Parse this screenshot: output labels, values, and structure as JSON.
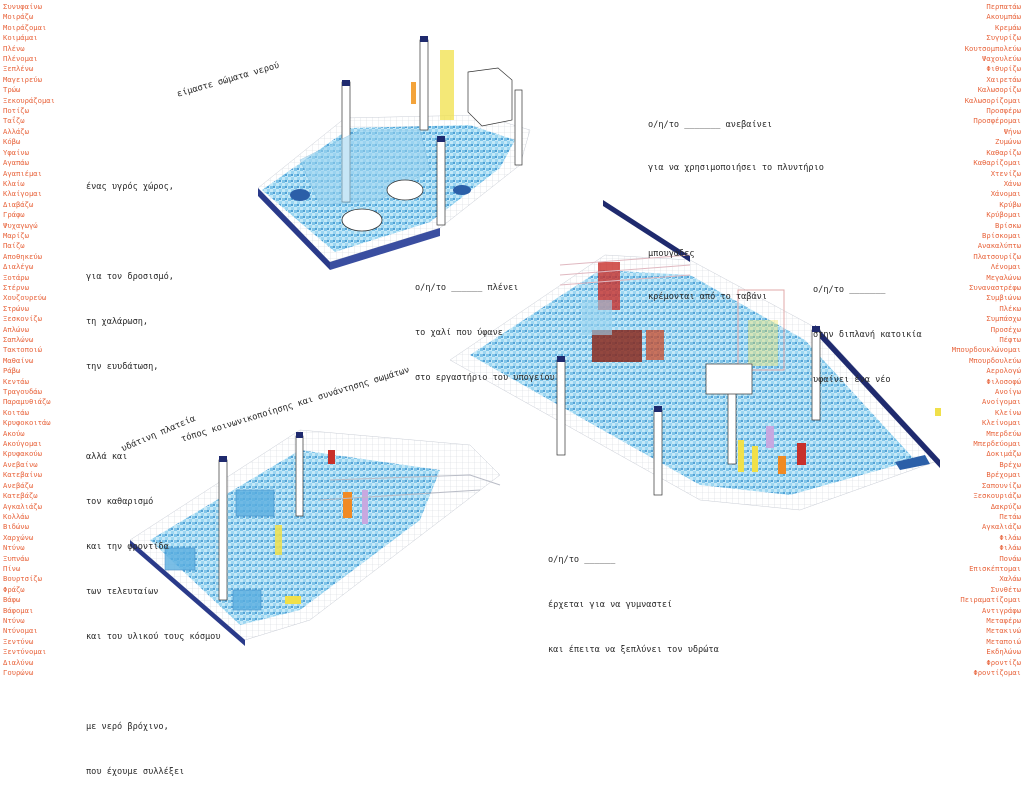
{
  "verbs_left": [
    "Συνυφαίνω",
    "Μοιράζω",
    "Μοιράζομαι",
    "Κοιμάμαι",
    "Πλένω",
    "Πλένομαι",
    "Ξεπλένω",
    "Μαγειρεύω",
    "Τρώω",
    "Ξεκουράζομαι",
    "Ποτίζω",
    "Ταΐζω",
    "Αλλάζω",
    "Κόβω",
    "Υφαίνω",
    "Αγαπάω",
    "Αγαπιέμαι",
    "Κλαίω",
    "Κλαίγομαι",
    "Διαβάζω",
    "Γράφω",
    "Ψυχαγωγώ",
    "Μαρίζω",
    "Παίζω",
    "Αποθηκεύω",
    "Διαλέγω",
    "Ξοτάρω",
    "Στέρνω",
    "Χουζουρεύω",
    "Στρώνω",
    "Ξεσκονίζω",
    "Απλώνω",
    "Σαπλώνω",
    "Τακτοποιώ",
    "Μαθαίνω",
    "Ράβω",
    "Κεντάω",
    "Τραγουδάω",
    "Παραμυθιάζω",
    "Κοιτάω",
    "Κρυφοκοιτάω",
    "Ακούω",
    "Ακούγομαι",
    "Κρυφακούω",
    "Ανεβαίνω",
    "Κατεβαίνω",
    "Ανεβάζω",
    "Κατεβάζω",
    "Αγκαλιάζω",
    "Κολλάω",
    "Βιδώνω",
    "Χαρχώνω",
    "Ντύνω",
    "Ξυπνάω",
    "Πίνω",
    "Βουρτσίζω",
    "Φράζω",
    "Βάφω",
    "Βάφομαι",
    "Ντύνω",
    "Ντύνομαι",
    "Ξεντύνω",
    "Ξεντύνομαι",
    "Διαλύνω",
    "Γουρώνω"
  ],
  "verbs_right": [
    "Περπατάω",
    "Ακουμπάω",
    "Κρεμάω",
    "Συγυρίζω",
    "Κουτσομπολεύω",
    "Ψαχουλεύω",
    "Φιθυρίζω",
    "Χαιρετάω",
    "Καλωσορίζω",
    "Καλωσορίζομαι",
    "Προσφέρω",
    "Προσφέρομαι",
    "Ψήνω",
    "Ζυμώνω",
    "Καθαρίζω",
    "Καθαρίζομαι",
    "Χτενίζω",
    "Χάνω",
    "Χάνομαι",
    "Κρύβω",
    "Κρύβομαι",
    "Βρίσκω",
    "Βρίσκομαι",
    "Ανακαλύπτω",
    "Πλατσουρίζω",
    "Λένομαι",
    "Μεγαλώνω",
    "Συναναστρέφω",
    "Συμβιώνω",
    "Πλέκω",
    "Συμπάσχω",
    "Προσέχω",
    "Πέφτω",
    "Μπουρδουκλώνομαι",
    "Μπουρδουλεύω",
    "Αερολογώ",
    "Φιλοσοφώ",
    "Ανοίγω",
    "Ανοίγομαι",
    "Κλείνω",
    "Κλείνομαι",
    "Μπερδεύω",
    "Μπερδεύομαι",
    "Δοκιμάζω",
    "Βρέχω",
    "Βρέχομαι",
    "Σαπουνίζω",
    "Ξεσκουριάζω",
    "Δακρύζω",
    "Πετάω",
    "Αγκαλιάζω",
    "Φιλάω",
    "Φιλάω",
    "Πονάω",
    "Επισκέπτομαι",
    "Χαλάω",
    "Συνθέτω",
    "Πειραματίζομαι",
    "Αντιγράφω",
    "Μεταφέρω",
    "Μετακινώ",
    "Μεταποιώ",
    "Εκδηλώνω",
    "Φροντίζω",
    "Φροντίζομαι"
  ],
  "labels": {
    "bodies_of_water": "είμαστε σώματα νερού",
    "water_square": "υδάτινη πλατεία",
    "socialising_place": "τόπος κοινωνικοποίησης και συνάντησης σωμάτων"
  },
  "text_blocks": {
    "wet_space": [
      "ένας υγρός χώρος,",
      "",
      "για τον δροσισμό,",
      "τη χαλάρωση,",
      "την ευυδάτωση,",
      "",
      "αλλά και",
      "τον καθαρισμό",
      "και την φροντίδα",
      "των τελευταίων",
      "και του υλικού τους κόσμου",
      "",
      "με νερό βρόχινο,",
      "που έχουμε συλλέξει"
    ],
    "laundry": [
      "ο/η/το _______ ανεβαίνει",
      "για να χρησιμοποιήσει το πλυντήριο",
      "",
      "μπουγάδες",
      "κρέμονται από το ταβάνι"
    ],
    "carpet": [
      "ο/η/το ______ πλένει",
      "το χαλί που ύφανε",
      "στο εργαστήριο του υπογείου"
    ],
    "weaving": [
      "ο/η/το _______",
      "στην διπλανή κατοικία",
      "υφαίνει ένα νέο"
    ],
    "exercise": [
      "ο/η/το ______",
      "έρχεται για να γυμναστεί",
      "και έπειτα να ξεπλύνει τον υδρώτα"
    ]
  },
  "colors": {
    "verbs": "#e8643c",
    "navy": "#1f2a6e",
    "tile_light": "#a9dcf2",
    "tile_mid": "#5fb3e0",
    "tile_dark": "#2c7fc0",
    "grid": "#cfd3da",
    "cloth_yellow": "#f0e04a",
    "cloth_orange": "#f08a24",
    "cloth_red": "#c8302a",
    "cloth_lilac": "#c8a8e0"
  }
}
